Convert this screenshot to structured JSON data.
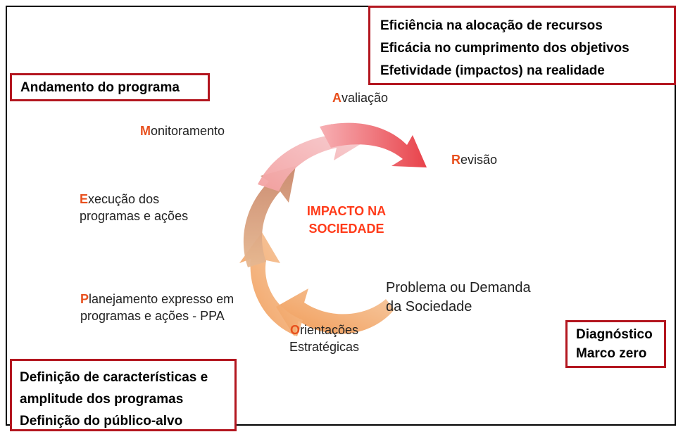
{
  "boxes": {
    "top_right": [
      "Eficiência na alocação de recursos",
      "Eficácia no cumprimento dos objetivos",
      "Efetividade (impactos) na realidade"
    ],
    "left": [
      "Andamento do programa"
    ],
    "bottom_left": [
      "Definição de características e",
      "amplitude dos programas",
      "Definição do público-alvo"
    ],
    "bottom_right": [
      "Diagnóstico",
      "Marco zero"
    ]
  },
  "steps": {
    "avaliacao": {
      "initial": "A",
      "rest": [
        "valiação"
      ]
    },
    "revisao": {
      "initial": "R",
      "rest": [
        "evisão"
      ]
    },
    "monitoramento": {
      "initial": "M",
      "rest": [
        "onitoramento"
      ]
    },
    "execucao": {
      "initial": "E",
      "rest": [
        "xecução dos",
        "programas e ações"
      ]
    },
    "planejamento": {
      "initial": "P",
      "rest": [
        "lanejamento expresso em",
        "programas e ações - PPA"
      ]
    },
    "orientacoes": {
      "initial": "O",
      "rest": [
        "rientações",
        "Estratégicas"
      ]
    },
    "problema": [
      "Problema ou Demanda",
      "da Sociedade"
    ]
  },
  "center": [
    "IMPACTO NA",
    "SOCIEDADE"
  ],
  "colors": {
    "box_border": "#b3161f",
    "initial_letter": "#e8501e",
    "center_text": "#ff3b1a",
    "arrow_red": "#e8424a",
    "arrow_pink": "#f08e8e",
    "arrow_tan": "#d9a27c",
    "arrow_orange": "#f3a561"
  }
}
